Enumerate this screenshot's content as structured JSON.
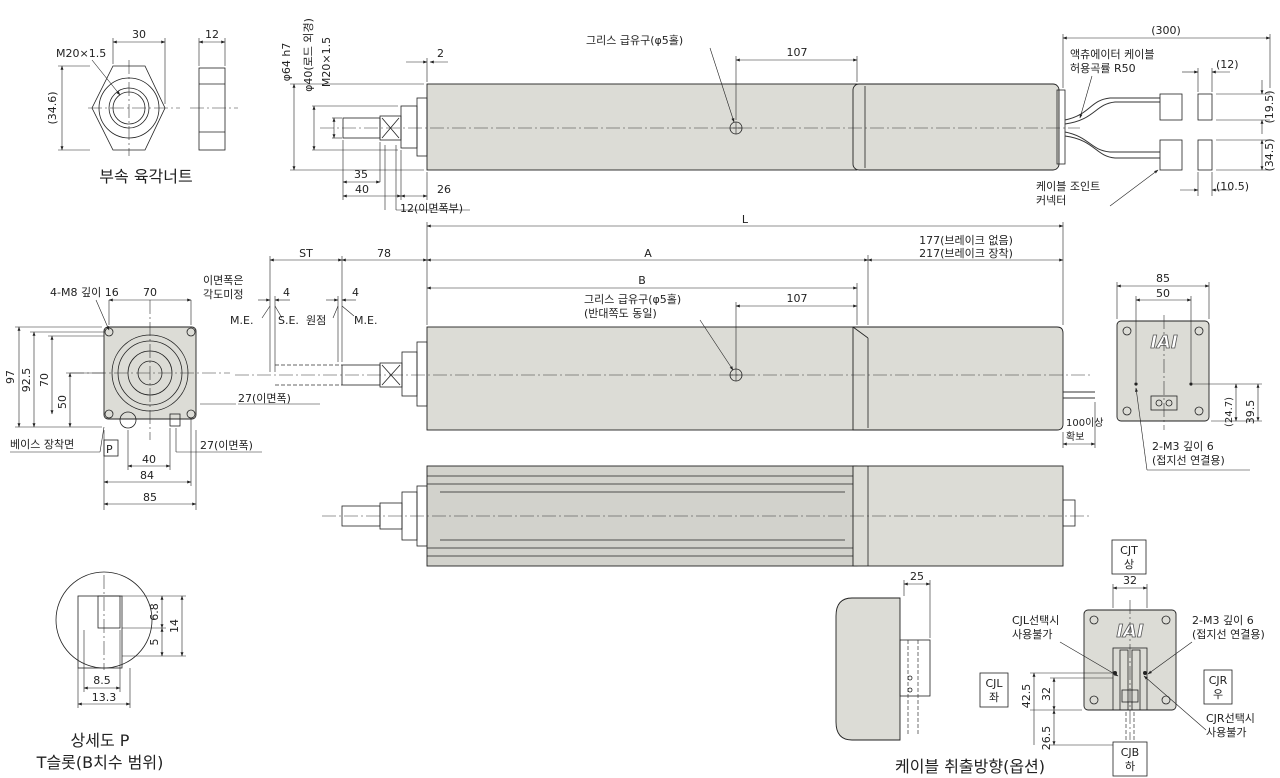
{
  "nut": {
    "dim_width": "30",
    "dim_thick": "12",
    "thread": "M20×1.5",
    "dim_across": "(34.6)",
    "caption": "부속 육각너트"
  },
  "top": {
    "phi64": "φ64 h7",
    "phi40": "φ40(로드 외경)",
    "m20": "M20×1.5",
    "dim2": "2",
    "grease": "그리스 급유구(φ5홀)",
    "dim107": "107",
    "dim300": "(300)",
    "cable_bend_1": "액츄에이터 케이블",
    "cable_bend_2": "허용곡률 R50",
    "dim12p": "(12)",
    "dim195": "(19.5)",
    "dim345": "(34.5)",
    "dim105": "(10.5)",
    "connector_1": "케이블 조인트",
    "connector_2": "커넥터",
    "dim35": "35",
    "dim40": "40",
    "dim26": "26",
    "dim12": "12(이면폭부)"
  },
  "side": {
    "L": "L",
    "A": "A",
    "B": "B",
    "ST": "ST",
    "d78": "78",
    "brake1": "177(브레이크 없음)",
    "brake2": "217(브레이크 장착)",
    "grease1": "그리스 급유구(φ5홀)",
    "grease2": "(반대쪽도 동일)",
    "d107": "107",
    "me1": "M.E.",
    "se": "S.E.",
    "origin": "원점",
    "me2": "M.E.",
    "d4a": "4",
    "d4b": "4",
    "angle1": "이면폭은",
    "angle2": "각도미정",
    "d27": "27(이면폭)",
    "d100a": "100이상",
    "d100b": "확보"
  },
  "front": {
    "m8": "4-M8 깊이 16",
    "d70": "70",
    "d97": "97",
    "d925": "92.5",
    "d70v": "70",
    "d50": "50",
    "base": "베이스 장착면",
    "P": "P",
    "d27": "27(이면폭)",
    "d40": "40",
    "d84": "84",
    "d85": "85"
  },
  "rear": {
    "d85": "85",
    "d50": "50",
    "logo": "IAI",
    "m3a": "2-M3 깊이 6",
    "m3b": "(접지선 연결용)",
    "d247": "(24.7)",
    "d395": "39.5"
  },
  "detail": {
    "d68": "6.8",
    "d14": "14",
    "d5": "5",
    "d85": "8.5",
    "d133": "13.3",
    "cap1": "상세도 P",
    "cap2": "T슬롯(B치수 범위)"
  },
  "cabledir": {
    "d25": "25",
    "cjt1": "CJT",
    "cjt2": "상",
    "d32": "32",
    "cjl_note1": "CJL선택시",
    "cjl_note2": "사용불가",
    "m3a": "2-M3 깊이 6",
    "m3b": "(접지선 연결용)",
    "cjl1": "CJL",
    "cjl2": "좌",
    "cjr1": "CJR",
    "cjr2": "우",
    "d425": "42.5",
    "d32v": "32",
    "cjr_note1": "CJR선택시",
    "cjr_note2": "사용불가",
    "d265": "26.5",
    "cjb1": "CJB",
    "cjb2": "하",
    "logo": "IAI",
    "caption": "케이블 취출방향(옵션)"
  }
}
